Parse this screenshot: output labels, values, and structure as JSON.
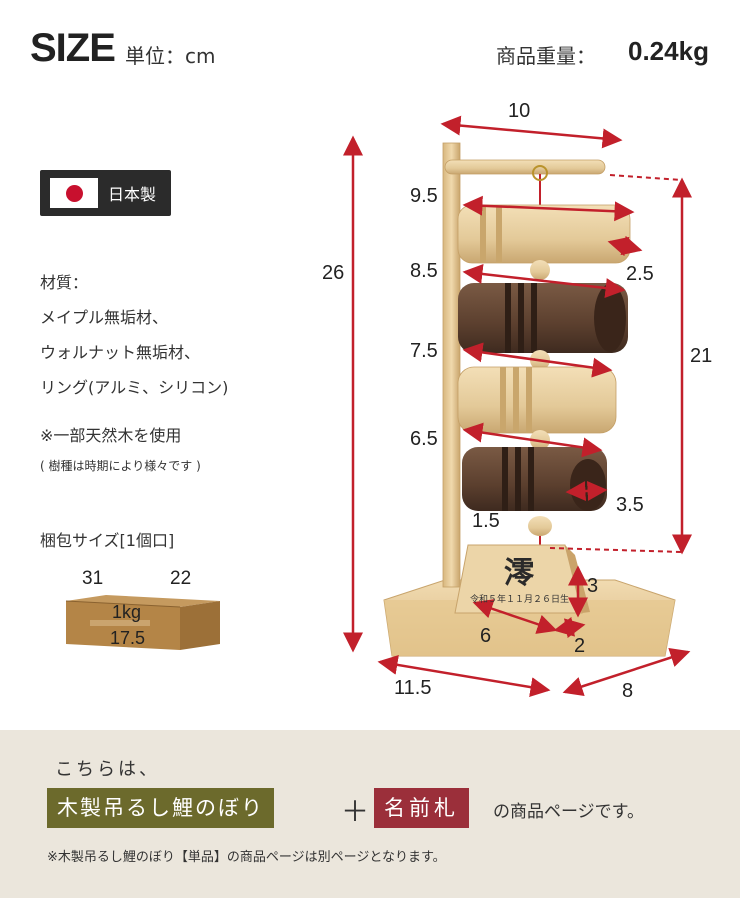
{
  "header": {
    "title": "SIZE",
    "unit": "単位：cm",
    "weight_label": "商品重量：",
    "weight_value": "0.24kg"
  },
  "origin_badge": {
    "icon": "japan-flag-icon",
    "text": "日本製"
  },
  "materials": {
    "label": "材質：",
    "lines": [
      "メイプル無垢材、",
      "ウォルナット無垢材、",
      "リング(アルミ、シリコン)"
    ],
    "note": "※一部天然木を使用",
    "note_small": "( 樹種は時期により様々です )"
  },
  "package": {
    "label": "梱包サイズ[1個口]",
    "width": "31",
    "depth": "22",
    "height": "17.5",
    "weight": "1kg"
  },
  "dimensions": {
    "top_bar": "10",
    "total_height": "26",
    "pole_height": "21",
    "carp_1": "9.5",
    "carp_2": "8.5",
    "carp_3": "7.5",
    "carp_4": "6.5",
    "mouth_large": "2.5",
    "mouth_small": "3.5",
    "ball": "1.5",
    "plate_width": "6",
    "plate_depth": "2",
    "plate_height": "3",
    "base_width": "11.5",
    "base_depth": "8"
  },
  "name_plate": {
    "name": "澪",
    "date": "令和５年１１月２６日生"
  },
  "footer": {
    "intro": "こちらは、",
    "product_tag": "木製吊るし鯉のぼり",
    "plus": "＋",
    "name_tag": "名前札",
    "suffix": "の商品ページです。",
    "note": "※木製吊るし鯉のぼり【単品】の商品ページは別ページとなります。"
  },
  "colors": {
    "dim_arrow": "#c2202b",
    "maple": "#e3c998",
    "walnut": "#5b3f2e",
    "footer_band": "#ebe6dc",
    "tag_green": "#6c6a2c",
    "tag_red": "#9b2f3a"
  }
}
